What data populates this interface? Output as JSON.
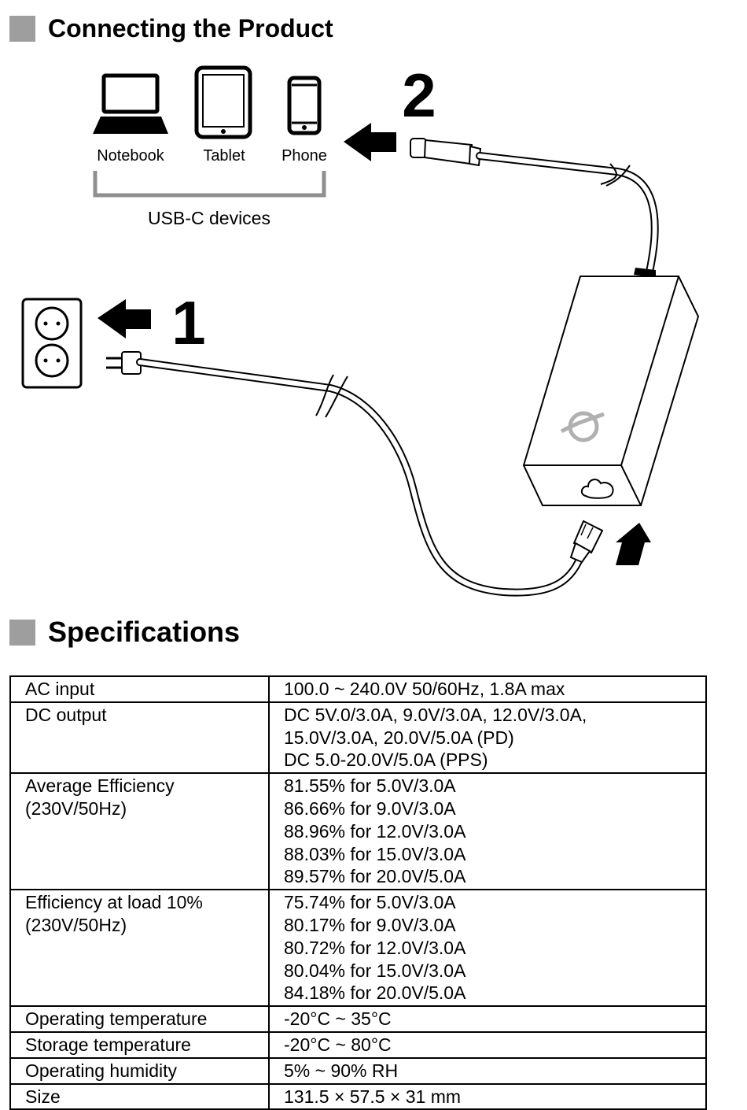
{
  "sections": {
    "connecting_title": "Connecting the Product",
    "specs_title": "Specifications"
  },
  "diagram": {
    "devices": [
      {
        "label": "Notebook",
        "icon": "notebook-icon"
      },
      {
        "label": "Tablet",
        "icon": "tablet-icon"
      },
      {
        "label": "Phone",
        "icon": "phone-icon"
      }
    ],
    "devices_group_label": "USB-C devices",
    "step_numbers": [
      "1",
      "2"
    ],
    "icons": [
      "wall-outlet-icon",
      "usb-c-plug-icon",
      "ac-plug-icon",
      "power-adapter-icon",
      "arrow-left-icon",
      "arrow-up-icon"
    ]
  },
  "specs": [
    {
      "label": [
        "AC input"
      ],
      "value": [
        "100.0 ~ 240.0V 50/60Hz, 1.8A max"
      ]
    },
    {
      "label": [
        "DC output"
      ],
      "value": [
        "DC 5V.0/3.0A, 9.0V/3.0A, 12.0V/3.0A,",
        "15.0V/3.0A, 20.0V/5.0A (PD)",
        "DC 5.0-20.0V/5.0A (PPS)"
      ]
    },
    {
      "label": [
        "Average Efficiency",
        "(230V/50Hz)"
      ],
      "value": [
        "81.55% for 5.0V/3.0A",
        "86.66% for 9.0V/3.0A",
        "88.96% for 12.0V/3.0A",
        "88.03% for 15.0V/3.0A",
        "89.57% for 20.0V/5.0A"
      ]
    },
    {
      "label": [
        "Efficiency at load 10%",
        "(230V/50Hz)"
      ],
      "value": [
        "75.74% for 5.0V/3.0A",
        "80.17% for 9.0V/3.0A",
        "80.72% for 12.0V/3.0A",
        "80.04% for 15.0V/3.0A",
        "84.18% for 20.0V/5.0A"
      ]
    },
    {
      "label": [
        "Operating temperature"
      ],
      "value": [
        "-20°C ~ 35°C"
      ]
    },
    {
      "label": [
        "Storage temperature"
      ],
      "value": [
        "-20°C ~ 80°C"
      ]
    },
    {
      "label": [
        "Operating humidity"
      ],
      "value": [
        "5% ~ 90% RH"
      ]
    },
    {
      "label": [
        "Size"
      ],
      "value": [
        "131.5 × 57.5 × 31 mm"
      ]
    }
  ]
}
